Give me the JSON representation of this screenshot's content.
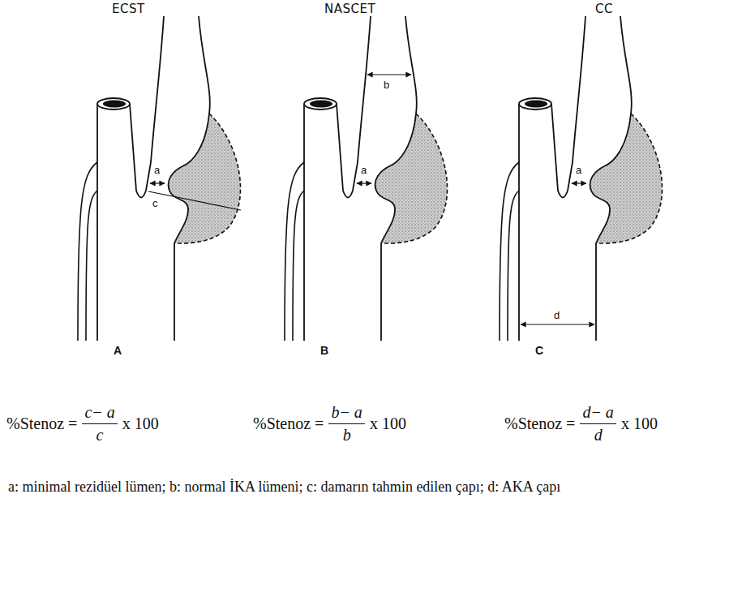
{
  "diagram": {
    "caption": "a: minimal rezidüel lümen; b: normal İKA lümeni; c: damarın tahmin edilen çapı; d: AKA çapı",
    "labels": [
      "ECST",
      "NASCET",
      "CC",
      "a",
      "c",
      "b",
      "a",
      "a",
      "d",
      "A",
      "B",
      "C",
      "%Stenoz =",
      "c− a",
      "c",
      "x 100",
      "%Stenoz =",
      "b− a",
      "b",
      "x 100",
      "%Stenoz =",
      "d− a",
      "d",
      "x 100"
    ]
  }
}
